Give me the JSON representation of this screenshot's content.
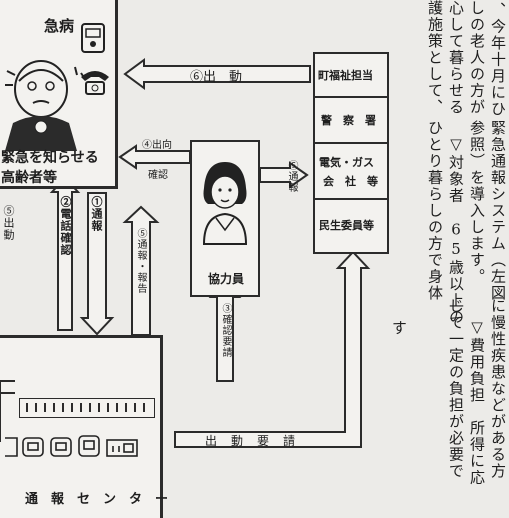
{
  "diagram": {
    "elderly_box": {
      "sick_label": "急病",
      "caption_line1": "緊急を知らせる",
      "caption_line2": "高齢者等"
    },
    "dispatch_top": "⑥出　動",
    "agencies": [
      "町福祉担当",
      "警　察　署",
      "電気・ガス",
      "会　社　等",
      "民生委員等"
    ],
    "helper_label": "協力員",
    "arrows": {
      "confirm_visit": [
        "④出向",
        "確認"
      ],
      "notify_agencies": "⑤通報",
      "dispatch_left": "⑤出動",
      "phone_confirm": "②電話確認",
      "notify_1": "①通報",
      "notify_report": "⑤通報・報告",
      "confirm_request": "③確認要請",
      "dispatch_request": "出　動　要　請"
    },
    "center_label": "通　報　セ　ン　タ　ー"
  },
  "article_columns": [
    "、今年十月にひ",
    "しの老人の方が",
    "心して暮らせる",
    "護施策として、",
    "",
    "緊急通報システム（左図",
    "参照）を導入します。",
    "▽対象者　65歳以上の",
    "ひとり暮らしの方で身体",
    "す",
    "に慢性疾患などがある方",
    "▽費用負担　所得に応",
    "じて一定の負担が必要で"
  ]
}
